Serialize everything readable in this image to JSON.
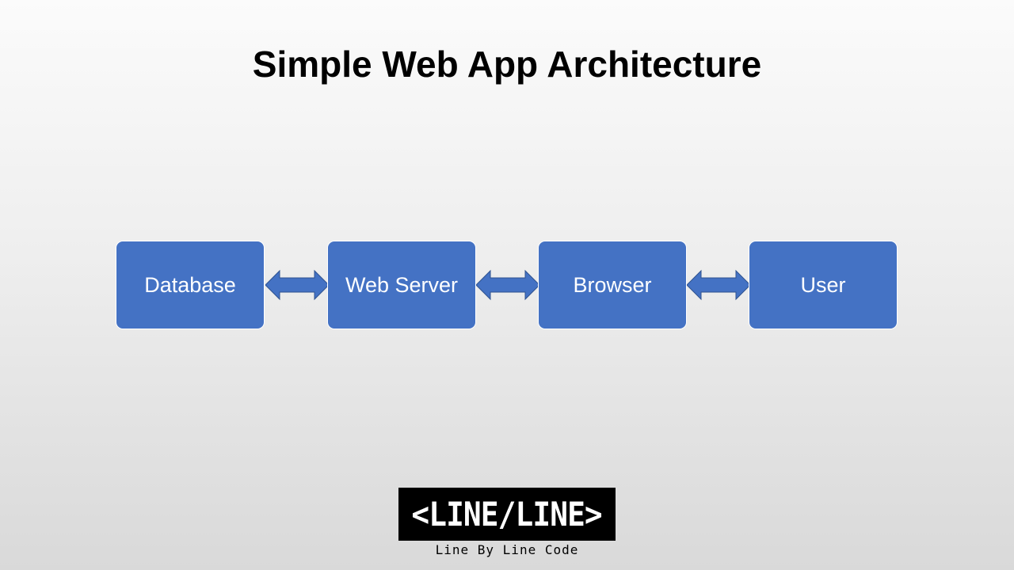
{
  "title": "Simple Web App Architecture",
  "nodes": {
    "database": "Database",
    "web_server": "Web Server",
    "browser": "Browser",
    "user": "User"
  },
  "colors": {
    "node_fill": "#4472c4",
    "node_text": "#ffffff",
    "arrow_fill": "#4472c4",
    "arrow_stroke": "#2f528f"
  },
  "logo": {
    "mark": "<LINE/LINE>",
    "tagline": "Line By Line Code"
  }
}
